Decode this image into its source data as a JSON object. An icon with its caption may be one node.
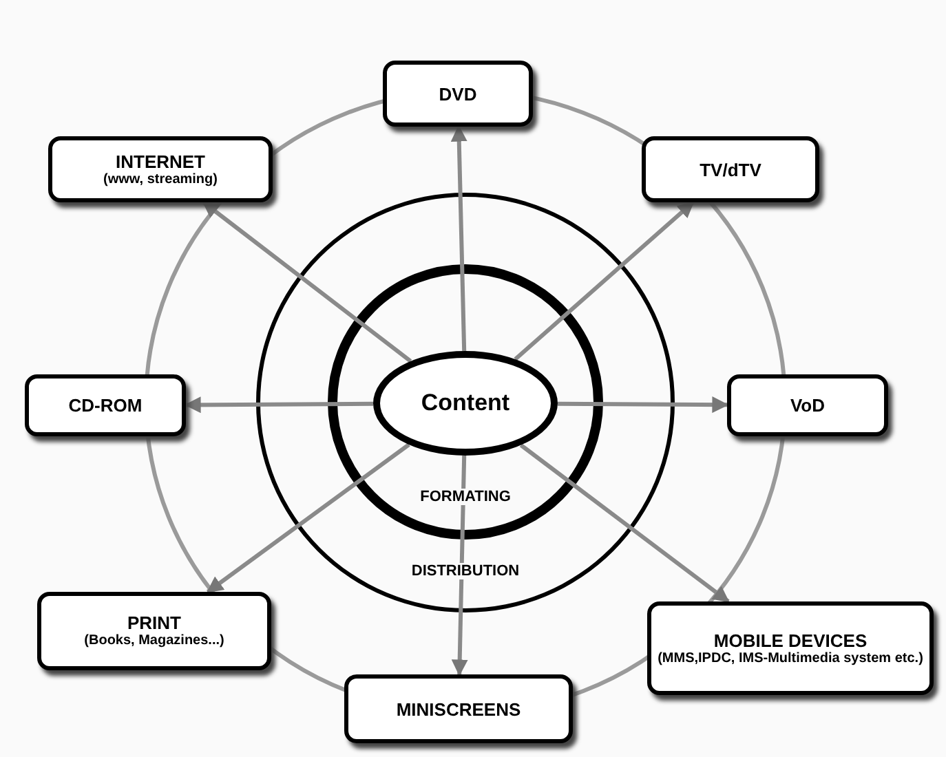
{
  "diagram": {
    "nodes": [
      {
        "text": [
          "DVD"
        ]
      },
      {
        "text": [
          "INTERNET",
          "(www, streaming)"
        ]
      },
      {
        "text": [
          "TV/dTV"
        ]
      },
      {
        "text": [
          "CD-ROM"
        ]
      },
      {
        "text": [
          "DISTRIBUTION"
        ]
      },
      {
        "text": [
          "FORMATING"
        ],
        "in": 4
      },
      {
        "text": [
          "Content"
        ],
        "in": 5
      },
      {
        "text": [
          "VoD"
        ]
      },
      {
        "text": [
          "PRINT",
          "(Books, Magazines...)"
        ]
      },
      {
        "text": [
          "MOBILE DEVICES",
          "(MMS,IPDC, IMS-Multimedia system etc.)"
        ]
      },
      {
        "text": [
          "MINISCREENS"
        ]
      }
    ],
    "edges": [
      {
        "from": 6,
        "to": 0,
        "arrow": "to"
      },
      {
        "from": 6,
        "to": 1,
        "arrow": "to"
      },
      {
        "from": 6,
        "to": 2,
        "arrow": "to"
      },
      {
        "from": 6,
        "to": 3,
        "arrow": "to"
      },
      {
        "from": 6,
        "to": 7,
        "arrow": "to"
      },
      {
        "from": 6,
        "to": 8,
        "arrow": "to"
      },
      {
        "from": 6,
        "to": 9,
        "arrow": "to"
      },
      {
        "from": 6,
        "to": 10,
        "arrow": "to"
      }
    ]
  }
}
